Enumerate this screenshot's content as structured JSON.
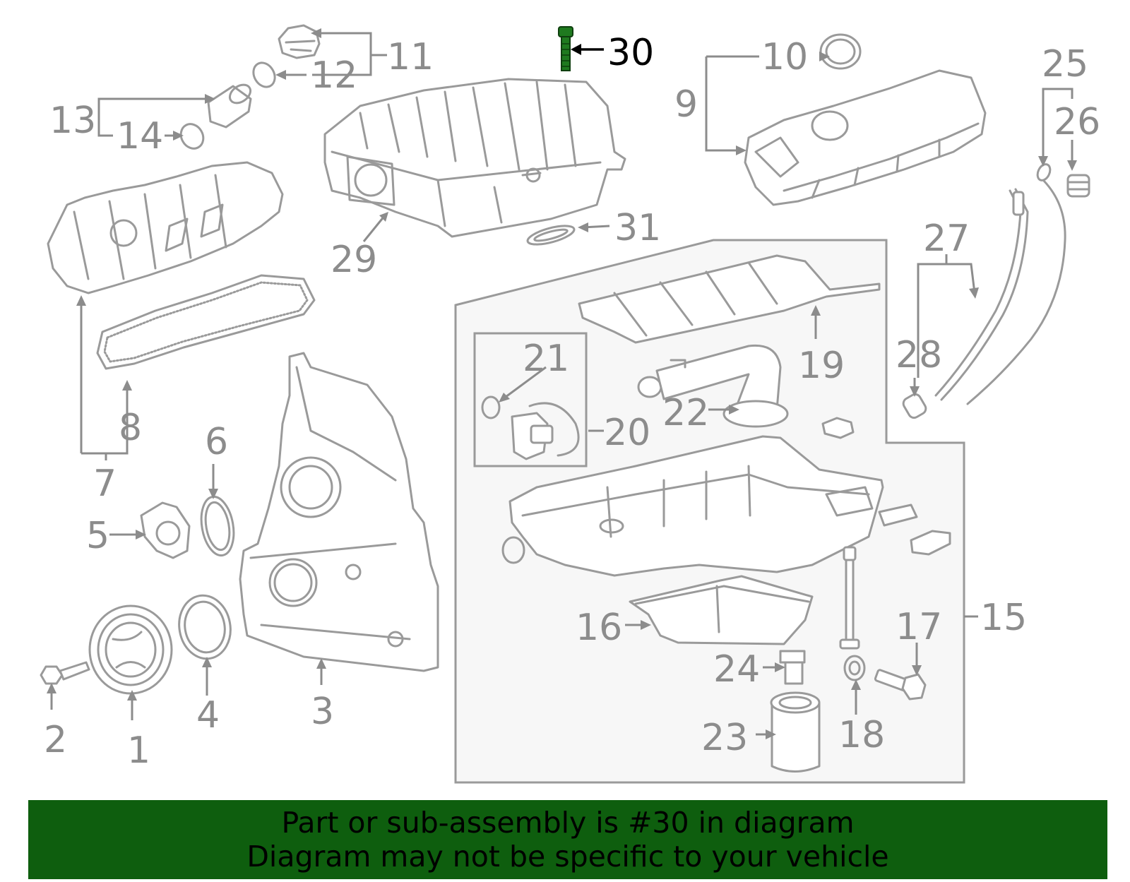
{
  "colors": {
    "banner_background": "#0e5e0e",
    "part_stroke": "#9a9a9a",
    "callout_text": "#8c8c8c",
    "highlight_part": "#1f7a1f",
    "highlight_text": "#000000",
    "group_box_fill": "#f7f7f7"
  },
  "highlighted_callout": "30",
  "callouts": {
    "c1": "1",
    "c2": "2",
    "c3": "3",
    "c4": "4",
    "c5": "5",
    "c6": "6",
    "c7": "7",
    "c8": "8",
    "c9": "9",
    "c10": "10",
    "c11": "11",
    "c12": "12",
    "c13": "13",
    "c14": "14",
    "c15": "15",
    "c16": "16",
    "c17": "17",
    "c18": "18",
    "c19": "19",
    "c20": "20",
    "c21": "21",
    "c22": "22",
    "c23": "23",
    "c24": "24",
    "c25": "25",
    "c26": "26",
    "c27": "27",
    "c28": "28",
    "c29": "29",
    "c30": "30",
    "c31": "31"
  },
  "banner": {
    "line1": "Part or sub-assembly is #30 in diagram",
    "line2": "Diagram may not be specific to your vehicle"
  }
}
